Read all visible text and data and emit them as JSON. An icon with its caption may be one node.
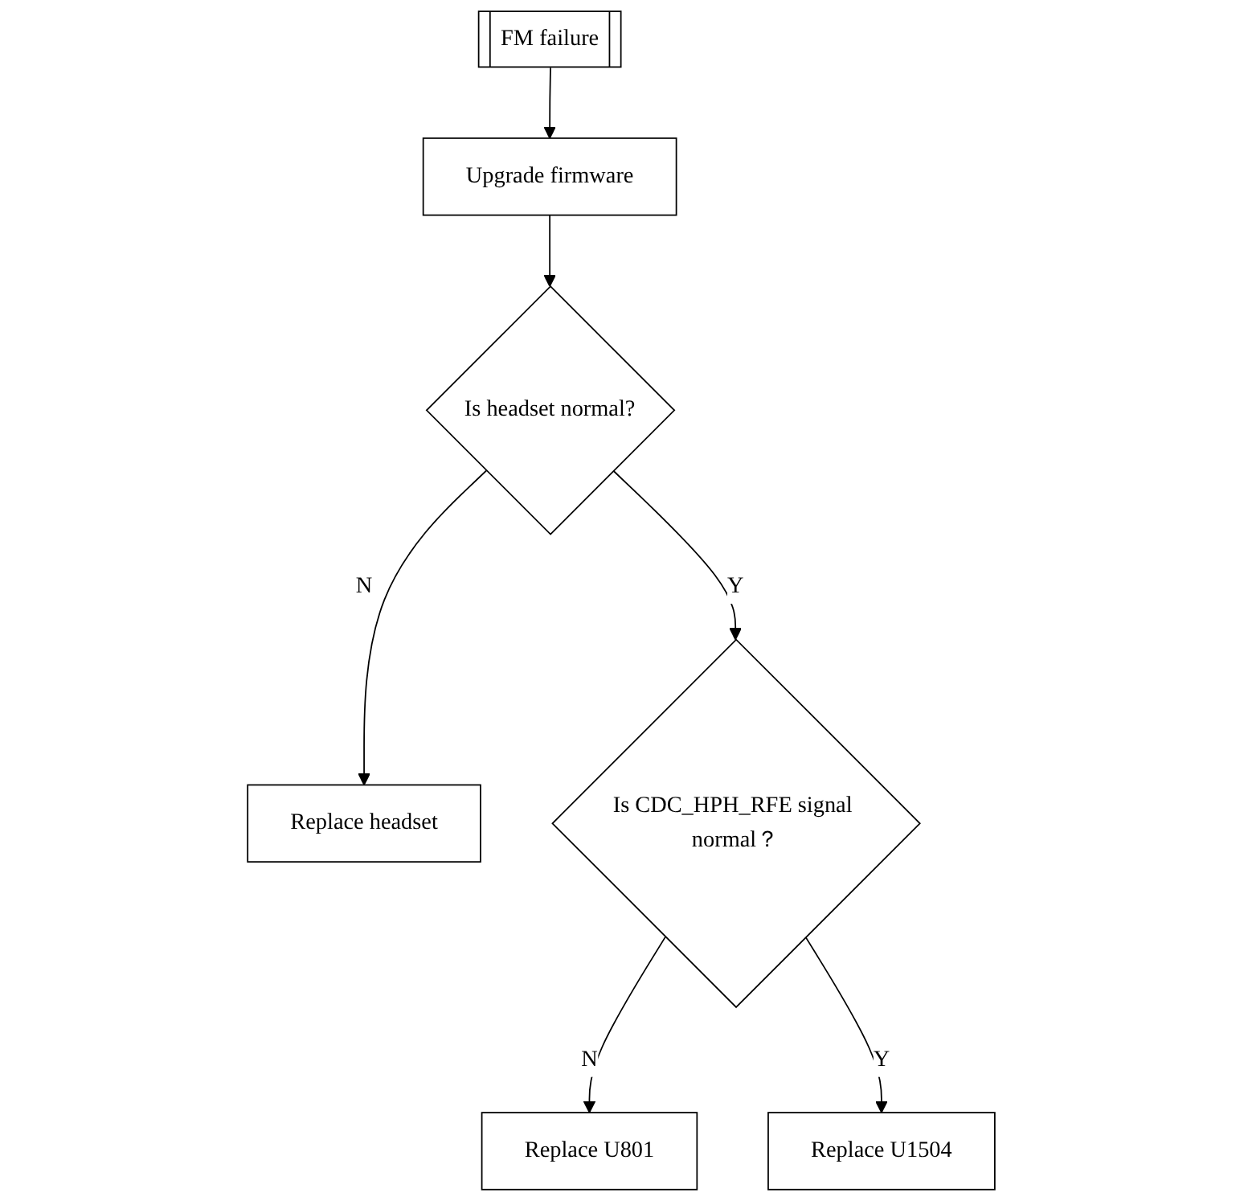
{
  "diagram": {
    "nodes": [
      {
        "text": [
          "FM failure"
        ]
      },
      {
        "text": [
          "Upgrade firmware"
        ]
      },
      {
        "text": [
          "Is headset normal?"
        ]
      },
      {
        "text": [
          "Replace headset"
        ]
      },
      {
        "text": [
          "Is CDC_HPH_RFE signal normal？"
        ]
      },
      {
        "text": [
          "Replace U801"
        ]
      },
      {
        "text": [
          "Replace U1504"
        ]
      }
    ],
    "edges": [
      {
        "from": 0,
        "to": 1,
        "arrow": "to"
      },
      {
        "from": 1,
        "to": 2,
        "arrow": "to"
      },
      {
        "from": 2,
        "to": 3,
        "arrow": "to",
        "label": "N"
      },
      {
        "from": 2,
        "to": 4,
        "arrow": "to",
        "label": "Y"
      },
      {
        "from": 4,
        "to": 5,
        "arrow": "to",
        "label": "N"
      },
      {
        "from": 4,
        "to": 6,
        "arrow": "to",
        "label": "Y"
      }
    ]
  }
}
